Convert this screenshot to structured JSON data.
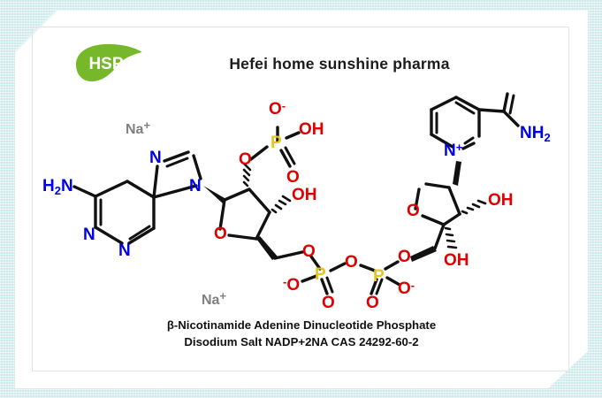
{
  "page": {
    "background_color": "#cfeaec",
    "sheet_color": "#ffffff"
  },
  "header": {
    "logo": {
      "icon_name": "hsp-leaf-logo",
      "text": "HSP",
      "leaf_color": "#76b82a",
      "leaf_color_dark": "#5c9a18",
      "text_color": "#ffffff"
    },
    "title": "Hefei home sunshine pharma",
    "title_color": "#1c1c1c"
  },
  "caption": {
    "line1": "β-Nicotinamide Adenine Dinucleotide Phosphate",
    "line2": "Disodium Salt NADP+2NA CAS 24292-60-2",
    "color": "#111111"
  },
  "molecule": {
    "name": "beta-Nicotinamide Adenine Dinucleotide Phosphate Disodium Salt",
    "colors": {
      "bond": "#111111",
      "nitrogen": "#0000e6",
      "oxygen": "#e00000",
      "phosphorus": "#e8c51e",
      "sodium": "#808080"
    },
    "labels": {
      "amino": "H2N",
      "nitrogen": "N",
      "nitrogen_cation": "N+",
      "oxygen": "O",
      "oxygen_anion": "O-",
      "hydroxyl": "OH",
      "phosphorus": "P",
      "amide": "NH2",
      "sodium_1": "Na+",
      "sodium_2": "Na+"
    },
    "counters": {
      "sodium_ions": 2,
      "phosphorus_atoms": 3,
      "hydroxyl_groups": 4
    }
  }
}
